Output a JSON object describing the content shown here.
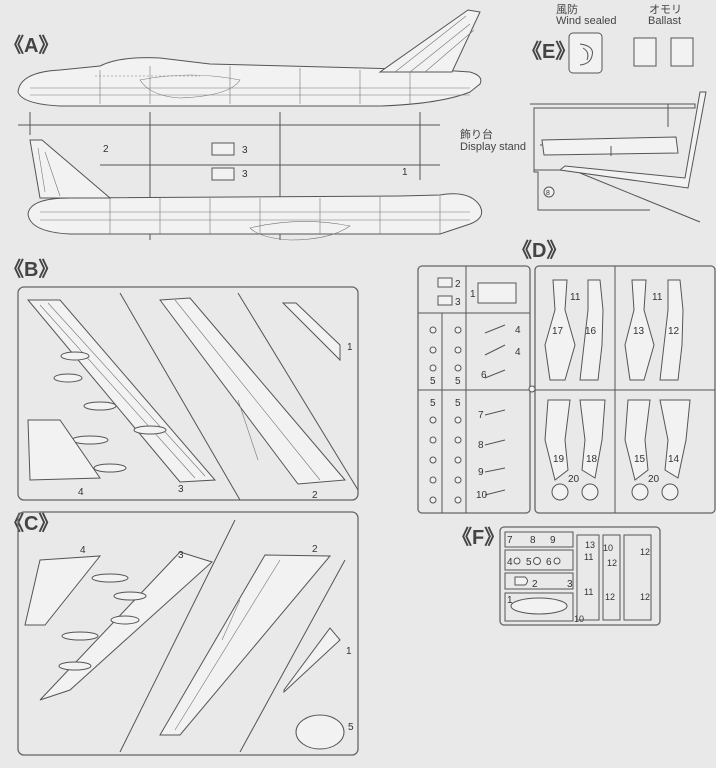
{
  "sections": {
    "A": "《A》",
    "B": "《B》",
    "C": "《C》",
    "D": "《D》",
    "E": "《E》",
    "F": "《F》"
  },
  "labels": {
    "wind_jp": "風防",
    "wind_en": "Wind sealed",
    "ballast_jp": "オモリ",
    "ballast_en": "Ballast",
    "stand_jp": "飾り台",
    "stand_en": "Display stand"
  },
  "parts": {
    "A": [
      "2",
      "3",
      "3",
      "1"
    ],
    "B": [
      "1",
      "4",
      "3",
      "2"
    ],
    "C": [
      "4",
      "3",
      "2",
      "1",
      "5"
    ],
    "D": [
      "2",
      "3",
      "1",
      "4",
      "4",
      "6",
      "5",
      "5",
      "5",
      "5",
      "7",
      "8",
      "9",
      "10",
      "11",
      "17",
      "16",
      "11",
      "13",
      "12",
      "19",
      "18",
      "20",
      "15",
      "14",
      "20"
    ],
    "E": [
      "8"
    ],
    "F": [
      "7",
      "8",
      "9",
      "4",
      "5",
      "6",
      "2",
      "3",
      "1",
      "13",
      "10",
      "11",
      "12",
      "12",
      "11",
      "12",
      "12",
      "10"
    ]
  }
}
